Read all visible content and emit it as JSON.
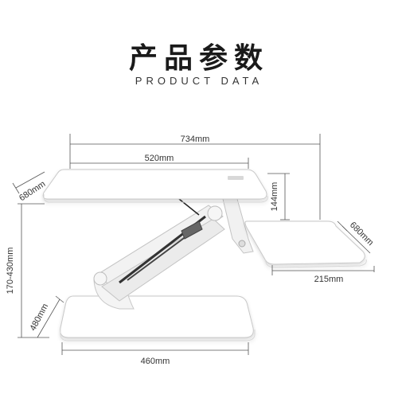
{
  "header": {
    "title": "产品参数",
    "subtitle": "PRODUCT DATA"
  },
  "dimensions": {
    "total_width": "734mm",
    "desk_width": "520mm",
    "desk_depth": "680mm",
    "height_offset": "144mm",
    "keyboard_depth": "680mm",
    "keyboard_width": "215mm",
    "height_range": "170-430mm",
    "base_depth": "480mm",
    "base_width": "460mm"
  },
  "colors": {
    "desk": "#ffffff",
    "outline": "#c8c8c8",
    "dim_line": "#555555"
  }
}
